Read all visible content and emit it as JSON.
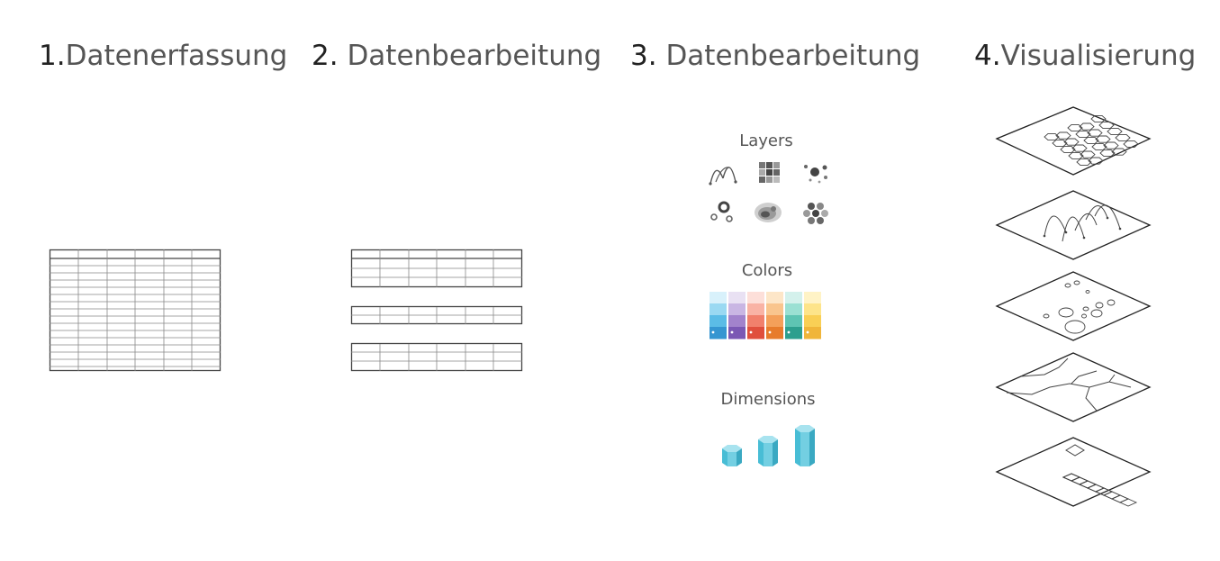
{
  "steps": [
    {
      "num": "1.",
      "label": "Datenerfassung"
    },
    {
      "num": "2.",
      "label": "Datenbearbeitung"
    },
    {
      "num": "3.",
      "label": "Datenbearbeitung"
    },
    {
      "num": "4.",
      "label": "Visualisierung"
    }
  ],
  "config": {
    "layers_label": "Layers",
    "colors_label": "Colors",
    "dimensions_label": "Dimensions",
    "layer_icons": [
      "arc-layer-icon",
      "grid-layer-icon",
      "scatter-layer-icon",
      "point-circle-layer-icon",
      "heatmap-layer-icon",
      "hexagon-layer-icon"
    ],
    "palettes": [
      [
        "#d8f1fb",
        "#9ad9f2",
        "#5bbce6",
        "#3596d1"
      ],
      [
        "#e9e1f3",
        "#c9b6e3",
        "#a283cc",
        "#7b58b4"
      ],
      [
        "#fddfd9",
        "#f9b3a5",
        "#f1806c",
        "#e04f3d"
      ],
      [
        "#fde6c8",
        "#f9c58e",
        "#f4a05a",
        "#e77c2c"
      ],
      [
        "#d4f1ec",
        "#9be0d3",
        "#5ec4b3",
        "#2d9f8e"
      ],
      [
        "#fff3c6",
        "#fde48a",
        "#f9cf55",
        "#f0b53a"
      ]
    ],
    "dimension_icons": [
      "short-column-icon",
      "medium-column-icon",
      "tall-column-icon"
    ]
  },
  "visualization_layers": [
    "hexagon-layer",
    "arc-layer",
    "scatter-circle-layer",
    "path-layer",
    "grid-layer"
  ]
}
